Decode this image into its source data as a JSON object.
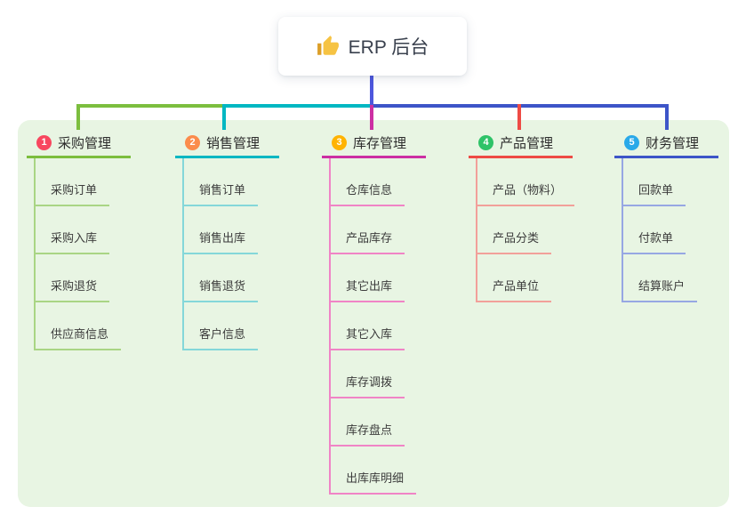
{
  "root": {
    "title": "ERP 后台",
    "icon": "thumbs-up-icon"
  },
  "colors": {
    "page_bg": "#ffffff",
    "panel_bg": "#e8f5e3",
    "card_bg": "#ffffff",
    "trunk": "#4d57dd",
    "root_text": "#39404d",
    "node_text": "#3c3c3c"
  },
  "branches": [
    {
      "badge": "1",
      "label": "采购管理",
      "badge_color": "#f8475f",
      "line_color": "#7cbe3e",
      "child_line_color": "#a9d584",
      "children": [
        "采购订单",
        "采购入库",
        "采购退货",
        "供应商信息"
      ]
    },
    {
      "badge": "2",
      "label": "销售管理",
      "badge_color": "#fb8c4c",
      "line_color": "#00b7c2",
      "child_line_color": "#84d7d9",
      "children": [
        "销售订单",
        "销售出库",
        "销售退货",
        "客户信息"
      ]
    },
    {
      "badge": "3",
      "label": "库存管理",
      "badge_color": "#ffb302",
      "line_color": "#cc2fa3",
      "child_line_color": "#f084c6",
      "children": [
        "仓库信息",
        "产品库存",
        "其它出库",
        "其它入库",
        "库存调拨",
        "库存盘点",
        "出库库明细"
      ]
    },
    {
      "badge": "4",
      "label": "产品管理",
      "badge_color": "#2ec368",
      "line_color": "#ee4b45",
      "child_line_color": "#f2a09a",
      "children": [
        "产品（物料）",
        "产品分类",
        "产品单位"
      ]
    },
    {
      "badge": "5",
      "label": "财务管理",
      "badge_color": "#29a9e9",
      "line_color": "#3d55c8",
      "child_line_color": "#97a7e3",
      "children": [
        "回款单",
        "付款单",
        "结算账户"
      ]
    }
  ]
}
